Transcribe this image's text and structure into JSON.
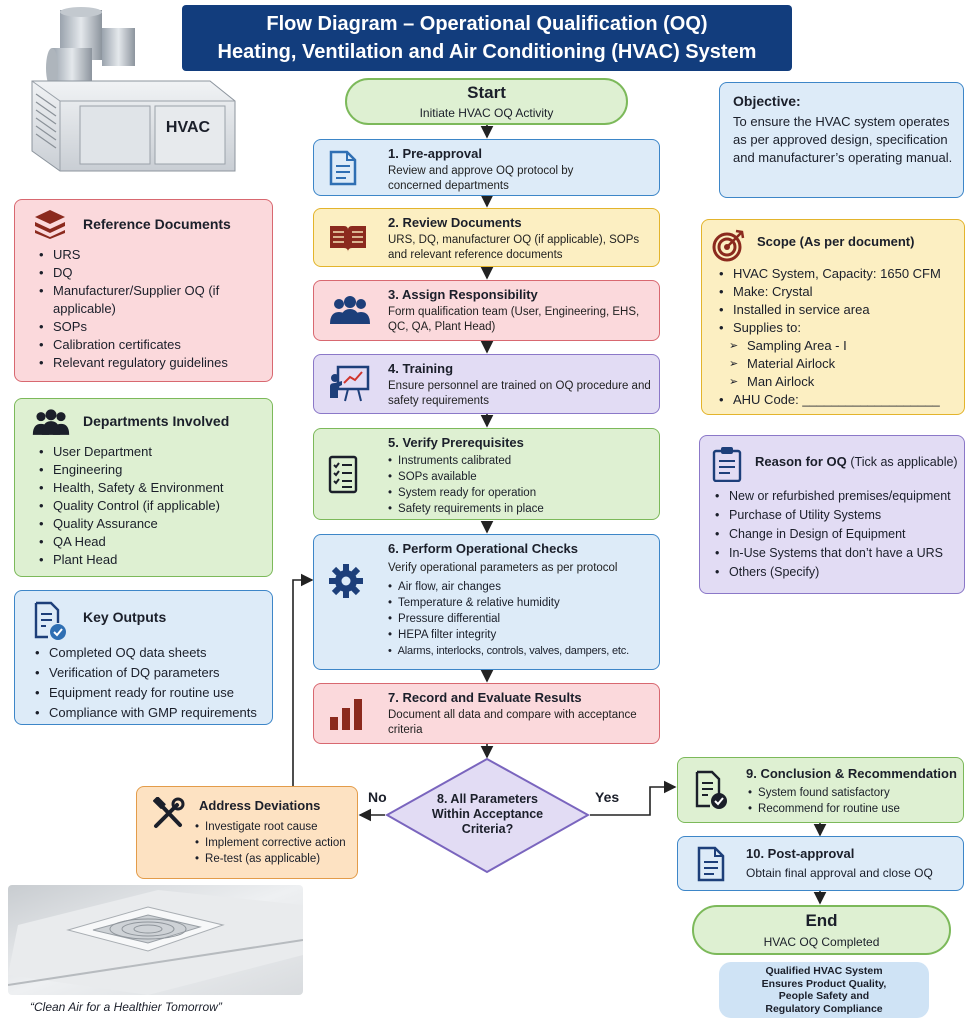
{
  "header": {
    "line1": "Flow Diagram – Operational Qualification (OQ)",
    "line2": "Heating, Ventilation and Air Conditioning (HVAC) System"
  },
  "hvac_unit_label": "HVAC",
  "start": {
    "title": "Start",
    "subtitle": "Initiate HVAC OQ Activity"
  },
  "steps": [
    {
      "title": "1. Pre-approval",
      "desc": "Review and approve OQ protocol by concerned departments",
      "icon": "document-icon",
      "color": "#3d86c8"
    },
    {
      "title": "2. Review Documents",
      "desc": "URS, DQ, manufacturer OQ (if applicable), SOPs and relevant reference documents",
      "icon": "open-book-icon",
      "color": "#e3b42c"
    },
    {
      "title": "3. Assign Responsibility",
      "desc": "Form qualification team (User, Engineering, EHS, QC, QA, Plant Head)",
      "icon": "team-icon",
      "color": "#d86870"
    },
    {
      "title": "4. Training",
      "desc": "Ensure personnel are trained on OQ procedure and safety requirements",
      "icon": "presentation-icon",
      "color": "#8b78c8"
    },
    {
      "title": "5. Verify Prerequisites",
      "items": [
        "Instruments calibrated",
        "SOPs available",
        "System ready for operation",
        "Safety requirements in place"
      ],
      "icon": "checklist-icon",
      "color": "#7cb95a"
    },
    {
      "title": "6. Perform Operational Checks",
      "desc": "Verify operational parameters as per protocol",
      "items": [
        "Air flow, air changes",
        "Temperature & relative humidity",
        "Pressure differential",
        "HEPA filter integrity",
        "Alarms, interlocks, controls, valves, dampers, etc."
      ],
      "icon": "gear-icon",
      "color": "#3d86c8"
    },
    {
      "title": "7. Record and Evaluate Results",
      "desc": "Document all data and compare with acceptance criteria",
      "icon": "bar-chart-icon",
      "color": "#d86870"
    }
  ],
  "decision": {
    "line1": "8. All Parameters",
    "line2": "Within Acceptance",
    "line3": "Criteria?",
    "no_label": "No",
    "yes_label": "Yes"
  },
  "deviations": {
    "title": "Address Deviations",
    "items": [
      "Investigate root cause",
      "Implement corrective action",
      "Re-test (as applicable)"
    ],
    "icon": "tools-icon"
  },
  "conclusion": {
    "title": "9. Conclusion & Recommendation",
    "items": [
      "System found satisfactory",
      "Recommend for routine use"
    ],
    "icon": "approved-document-icon"
  },
  "post_approval": {
    "title": "10. Post-approval",
    "desc": "Obtain final approval and close OQ",
    "icon": "document-icon"
  },
  "end": {
    "title": "End",
    "subtitle": "HVAC OQ Completed"
  },
  "qualified_note": {
    "line1": "Qualified HVAC System",
    "line2": "Ensures Product Quality,",
    "line3": "People Safety and",
    "line4": "Regulatory Compliance"
  },
  "objective": {
    "title": "Objective:",
    "text": "To ensure the HVAC system operates as per approved design, specification and manufacturer’s operating manual."
  },
  "scope": {
    "title": "Scope (As per document)",
    "items": [
      "HVAC System, Capacity: 1650 CFM",
      "Make: Crystal",
      "Installed in service area",
      "Supplies to:"
    ],
    "sub_items": [
      "Sampling Area - I",
      "Material Airlock",
      "Man Airlock"
    ],
    "ahu": "AHU Code: ___________________",
    "icon": "target-icon"
  },
  "reason": {
    "title": "Reason for OQ",
    "title_note": "(Tick as applicable)",
    "items": [
      "New or refurbished premises/equipment",
      "Purchase of Utility Systems",
      "Change in Design of Equipment",
      "In-Use Systems that don’t have a URS",
      "Others (Specify)"
    ],
    "icon": "clipboard-icon"
  },
  "reference_docs": {
    "title": "Reference Documents",
    "items": [
      "URS",
      "DQ",
      "Manufacturer/Supplier OQ (if applicable)",
      "SOPs",
      "Calibration certificates",
      "Relevant regulatory guidelines"
    ],
    "icon": "stacked-layers-icon"
  },
  "departments": {
    "title": "Departments Involved",
    "items": [
      "User Department",
      "Engineering",
      "Health, Safety & Environment",
      "Quality Control (if applicable)",
      "Quality Assurance",
      "QA Head",
      "Plant Head"
    ],
    "icon": "team-icon"
  },
  "key_outputs": {
    "title": "Key Outputs",
    "items": [
      "Completed OQ data sheets",
      "Verification of DQ parameters",
      "Equipment ready for routine use",
      "Compliance with GMP requirements"
    ],
    "icon": "verified-document-icon"
  },
  "tagline": "“Clean Air for a Healthier Tomorrow”"
}
